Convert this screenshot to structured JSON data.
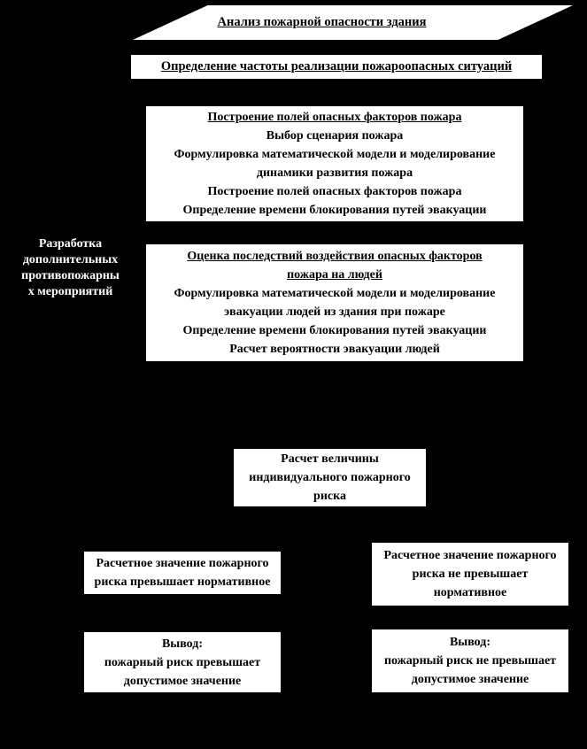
{
  "theme": {
    "bg": "#000000",
    "node_bg": "#ffffff",
    "node_text": "#000000",
    "inverse_text": "#ffffff"
  },
  "flowchart": {
    "analysis": {
      "label": "Анализ пожарной опасности здания"
    },
    "frequency": {
      "label": "Определение частоты реализации пожароопасных ситуаций"
    },
    "hazard_fields": {
      "title": "Построение полей опасных факторов пожара",
      "lines": [
        "Выбор сценария пожара",
        "Формулировка математической модели и моделирование",
        "динамики развития пожара",
        "Построение полей опасных факторов пожара",
        "Определение времени блокирования путей эвакуации"
      ]
    },
    "additional_measures": {
      "lines": [
        "Разработка",
        "дополнительных",
        "противопожарны",
        "х мероприятий"
      ]
    },
    "consequences": {
      "title_lines": [
        "Оценка последствий воздействия опасных факторов",
        "пожара на людей"
      ],
      "lines": [
        "Формулировка математической модели и моделирование",
        "эвакуации людей из здания при пожаре",
        "Определение времени блокирования путей эвакуации",
        "Расчет вероятности эвакуации людей"
      ]
    },
    "individual_risk": {
      "lines": [
        "Расчет величины",
        "индивидуального пожарного",
        "риска"
      ]
    },
    "risk_exceeds": {
      "lines": [
        "Расчетное значение пожарного",
        "риска превышает нормативное"
      ]
    },
    "risk_not_exceeds": {
      "lines": [
        "Расчетное значение пожарного",
        "риска не  превышает",
        "нормативное"
      ]
    },
    "conclusion_exceeds": {
      "lines": [
        "Вывод:",
        "пожарный риск превышает",
        "допустимое значение"
      ]
    },
    "conclusion_not_exceeds": {
      "lines": [
        "Вывод:",
        "пожарный риск не превышает",
        "допустимое значение"
      ]
    }
  }
}
